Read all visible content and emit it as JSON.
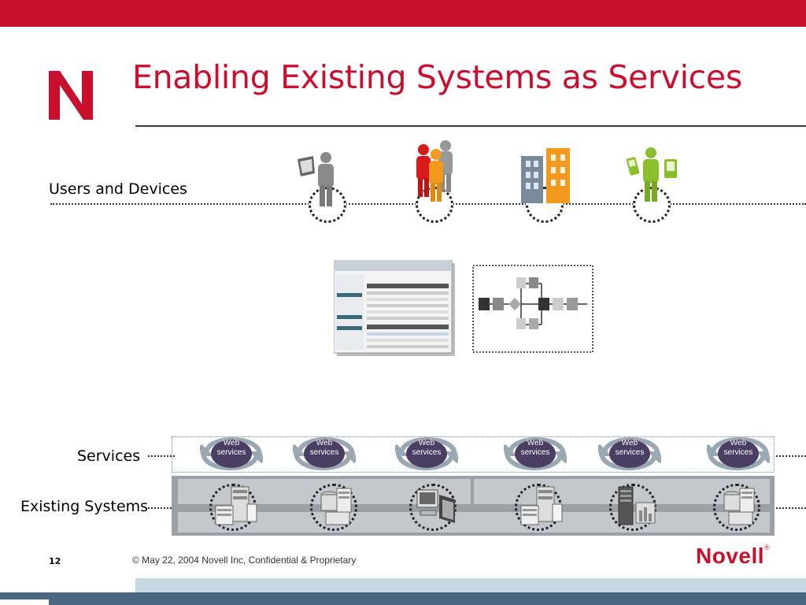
{
  "slide": {
    "title": "Enabling Existing Systems as Services",
    "page_number": "12",
    "copyright": "© May 22, 2004 Novell Inc, Confidential & Proprietary",
    "brand": "Novell",
    "brand_mark": "®"
  },
  "rows": {
    "users_label": "Users and Devices",
    "services_label": "Services",
    "systems_label": "Existing Systems"
  },
  "services": [
    {
      "line1": "Web",
      "line2": "services"
    },
    {
      "line1": "Web",
      "line2": "services"
    },
    {
      "line1": "Web",
      "line2": "services"
    },
    {
      "line1": "Web",
      "line2": "services"
    },
    {
      "line1": "Web",
      "line2": "services"
    },
    {
      "line1": "Web",
      "line2": "services"
    }
  ],
  "colors": {
    "accent": "#c8102e",
    "footer_band": "#4a6680",
    "footer_band_light": "#c7d8e2",
    "service_badge": "#4a3f63"
  },
  "icons": [
    "novell-n-logo",
    "user-laptop-icon",
    "users-group-icon",
    "buildings-icon",
    "mobile-user-icon",
    "portal-screenshot-icon",
    "workflow-diagram-icon",
    "server-icon",
    "database-icon",
    "computer-icon"
  ]
}
